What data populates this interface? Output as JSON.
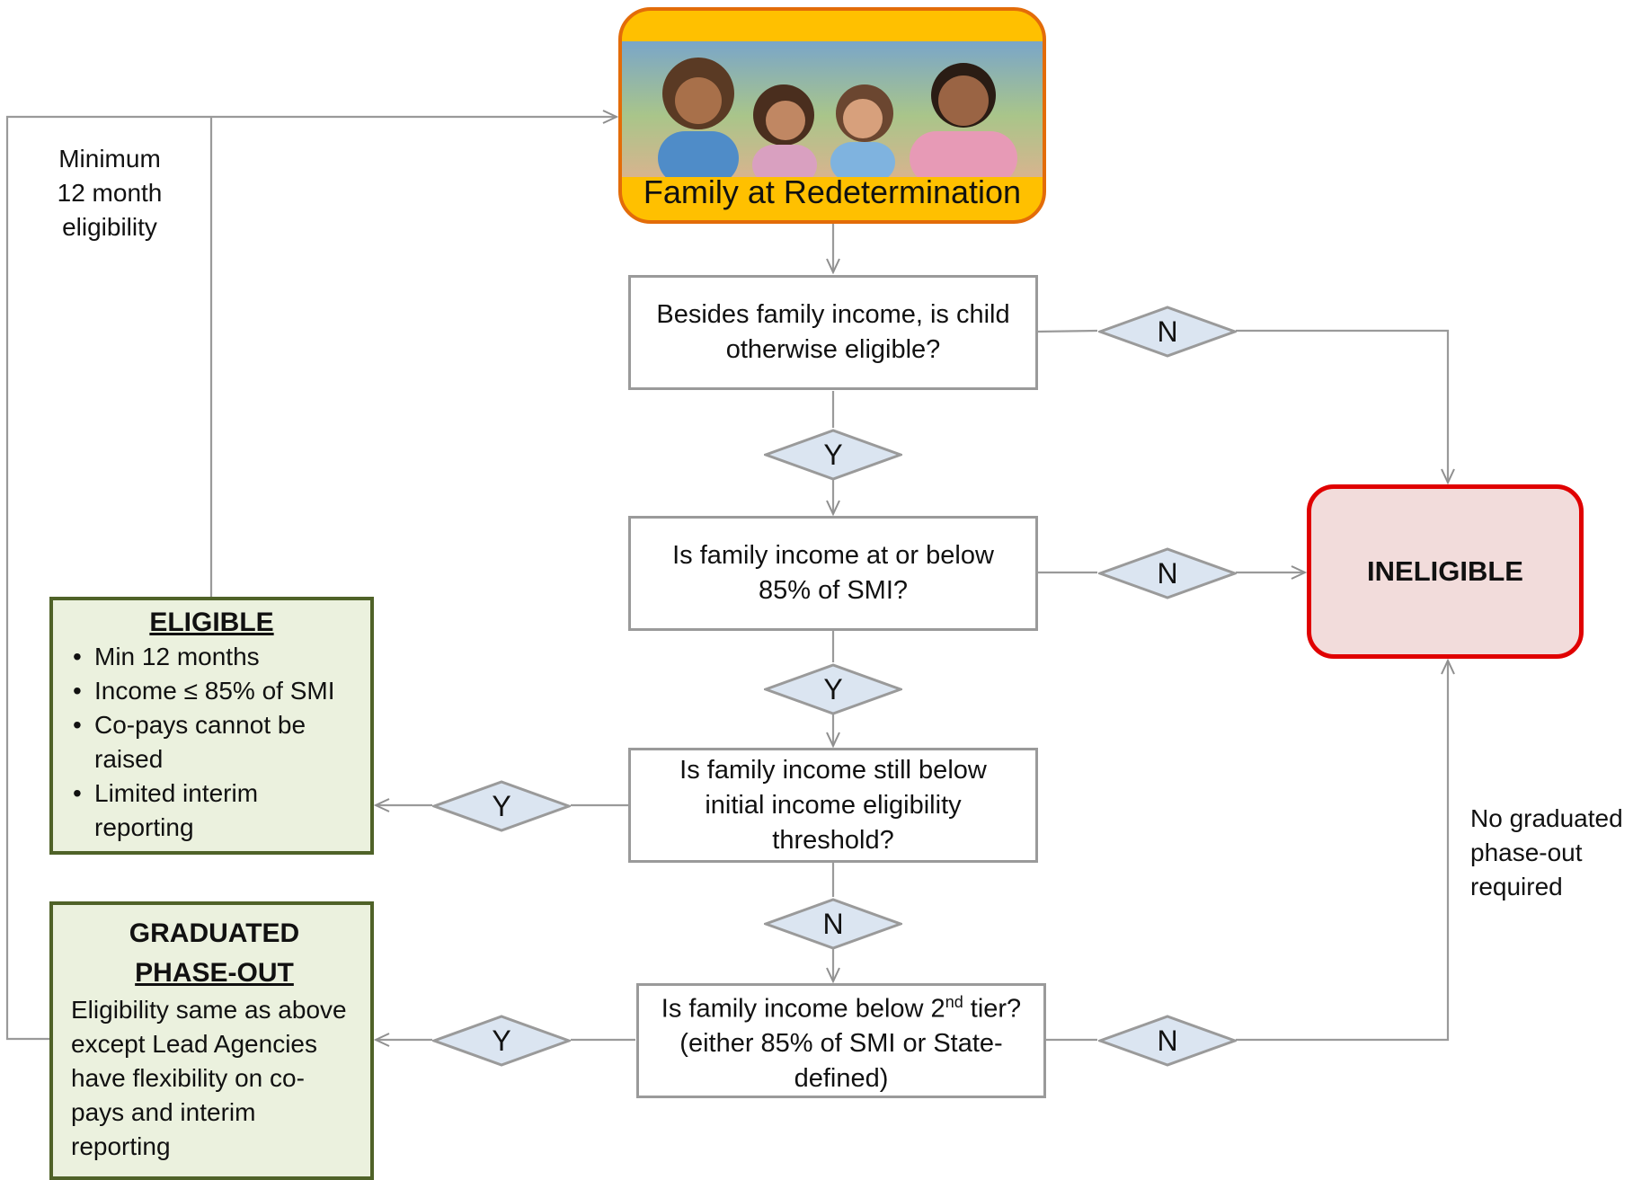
{
  "start": {
    "label": "Family at Redetermination"
  },
  "questions": {
    "q1": "Besides family income, is child otherwise eligible?",
    "q2": "Is family income at or below 85% of SMI?",
    "q3": "Is family income still below initial income eligibility threshold?",
    "q4_main": "Is family income below 2",
    "q4_sup": "nd",
    "q4_tail": " tier? (either 85% of SMI or State-defined)"
  },
  "decisions": {
    "q1_no": "N",
    "q1_yes": "Y",
    "q2_no": "N",
    "q2_yes": "Y",
    "q3_yes": "Y",
    "q3_no": "N",
    "q4_yes": "Y",
    "q4_no": "N"
  },
  "outcomes": {
    "ineligible": "INELIGIBLE",
    "eligible": {
      "title": "ELIGIBLE",
      "items": [
        "Min 12 months",
        "Income ≤ 85% of SMI",
        "Co-pays cannot be raised",
        "Limited interim reporting"
      ]
    },
    "phaseout": {
      "title_line1": "GRADUATED",
      "title_line2": "PHASE-OUT",
      "text": "Eligibility same as above except Lead Agencies have flexibility on co-pays and interim reporting"
    }
  },
  "notes": {
    "loop": "Minimum 12 month eligibility",
    "no_phaseout": "No graduated phase-out required"
  }
}
